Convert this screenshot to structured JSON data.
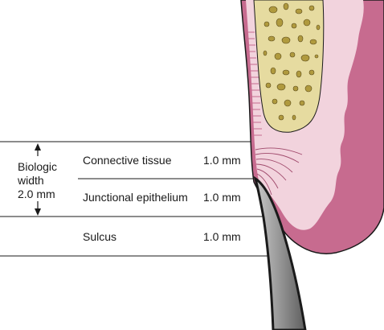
{
  "biologic_width": {
    "line1": "Biologic",
    "line2": "width",
    "line3": "2.0 mm"
  },
  "zones": [
    {
      "label": "Connective tissue",
      "value": "1.0 mm"
    },
    {
      "label": "Junctional epithelium",
      "value": "1.0 mm"
    },
    {
      "label": "Sulcus",
      "value": "1.0 mm"
    }
  ],
  "colors": {
    "gingiva_outer": "#c76b8f",
    "gingiva_inner": "#f2d3dd",
    "bone_fill": "#e6dba0",
    "bone_pores": "#b09a3e",
    "tooth": "#8f8f8f",
    "line": "#1a1a1a"
  }
}
